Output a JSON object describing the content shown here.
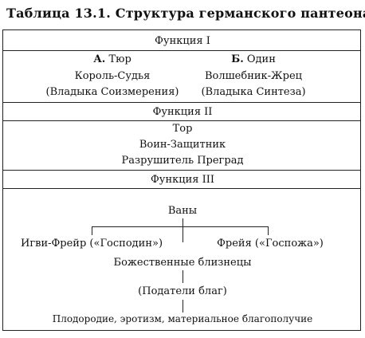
{
  "title": "Таблица 13.1. Структура германского пантеона",
  "sections": [
    {
      "header": "Функция I",
      "left": {
        "name_letter": "А.",
        "name": "Тюр",
        "role": "Король-Судья",
        "epithet": "(Владыка Соизмерения)"
      },
      "right": {
        "name_letter": "Б.",
        "name": "Один",
        "role": "Волшебник-Жрец",
        "epithet": "(Владыка Синтеза)"
      }
    },
    {
      "header": "Функция II",
      "lines": [
        "Тор",
        "Воин-Защитник",
        "Разрушитель Преград"
      ]
    },
    {
      "header": "Функция III",
      "root": "Ваны",
      "left_branch": "Игви-Фрейр («Господин»)",
      "right_branch": "Фрейя («Госпожа»)",
      "twins": "Божественные близнецы",
      "giver": "(Податели благ)",
      "footer": "Плодородие, эротизм, материальное благополучие"
    }
  ],
  "colors": {
    "ink": "#111111",
    "rule": "#222222",
    "paper": "#ffffff"
  }
}
